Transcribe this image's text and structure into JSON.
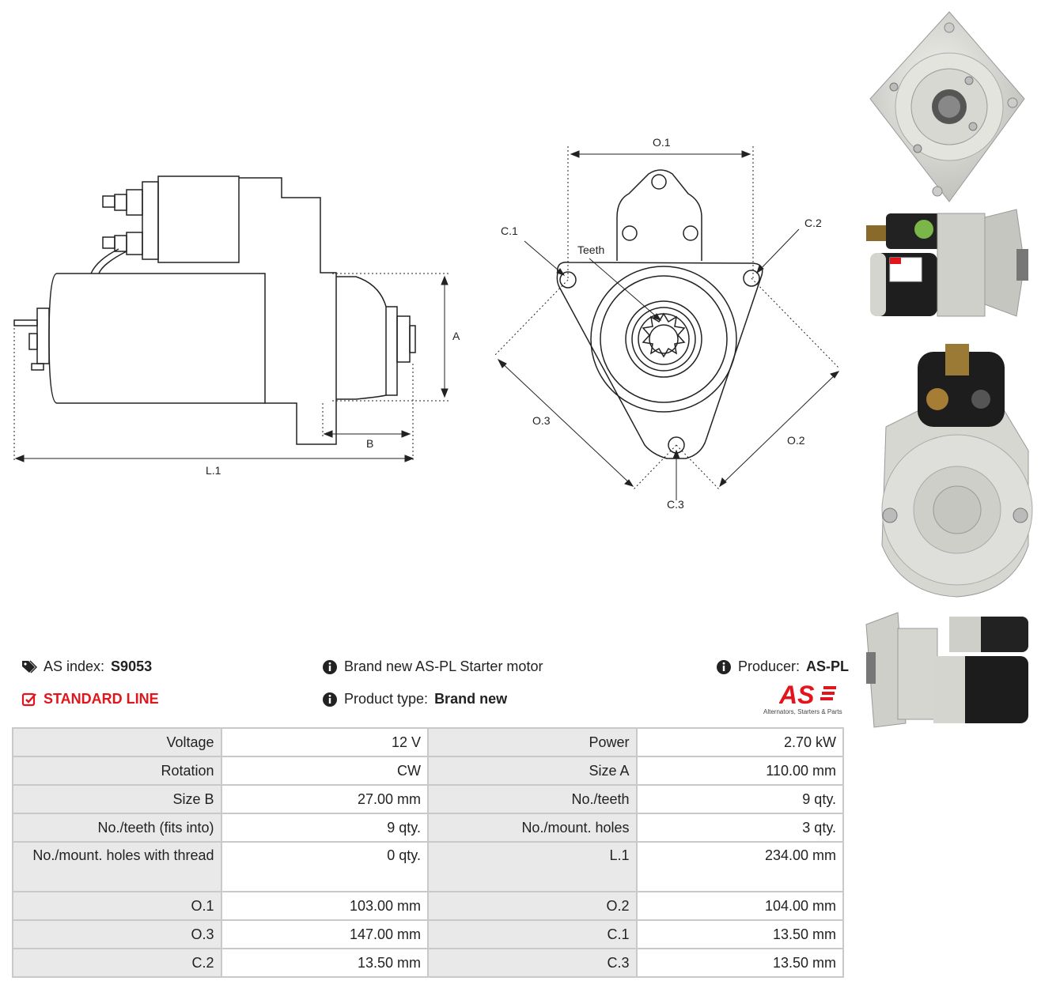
{
  "drawings": {
    "side_labels": {
      "a": "A",
      "b": "B",
      "l1": "L.1"
    },
    "front_labels": {
      "o1": "O.1",
      "o2": "O.2",
      "o3": "O.3",
      "c1": "C.1",
      "c2": "C.2",
      "c3": "C.3",
      "teeth": "Teeth"
    }
  },
  "info": {
    "as_index_label": "AS index:",
    "as_index_value": "S9053",
    "line": "STANDARD LINE",
    "brand_text": "Brand new AS-PL Starter motor",
    "product_type_label": "Product type:",
    "product_type_value": "Brand new",
    "producer_label": "Producer:",
    "producer_value": "AS-PL",
    "logo_text": "AS",
    "logo_tagline": "Alternators, Starters & Parts"
  },
  "specs": [
    [
      "Voltage",
      "12 V",
      "Power",
      "2.70 kW"
    ],
    [
      "Rotation",
      "CW",
      "Size A",
      "110.00 mm"
    ],
    [
      "Size B",
      "27.00 mm",
      "No./teeth",
      "9 qty."
    ],
    [
      "No./teeth (fits into)",
      "9 qty.",
      "No./mount. holes",
      "3 qty."
    ],
    [
      "No./mount. holes with thread",
      "0 qty.",
      "L.1",
      "234.00 mm"
    ],
    [
      "O.1",
      "103.00 mm",
      "O.2",
      "104.00 mm"
    ],
    [
      "O.3",
      "147.00 mm",
      "C.1",
      "13.50 mm"
    ],
    [
      "C.2",
      "13.50 mm",
      "C.3",
      "13.50 mm"
    ]
  ],
  "colors": {
    "accent_red": "#e3141b",
    "label_bg": "#e9e9e9",
    "border": "#c9c9c9"
  }
}
